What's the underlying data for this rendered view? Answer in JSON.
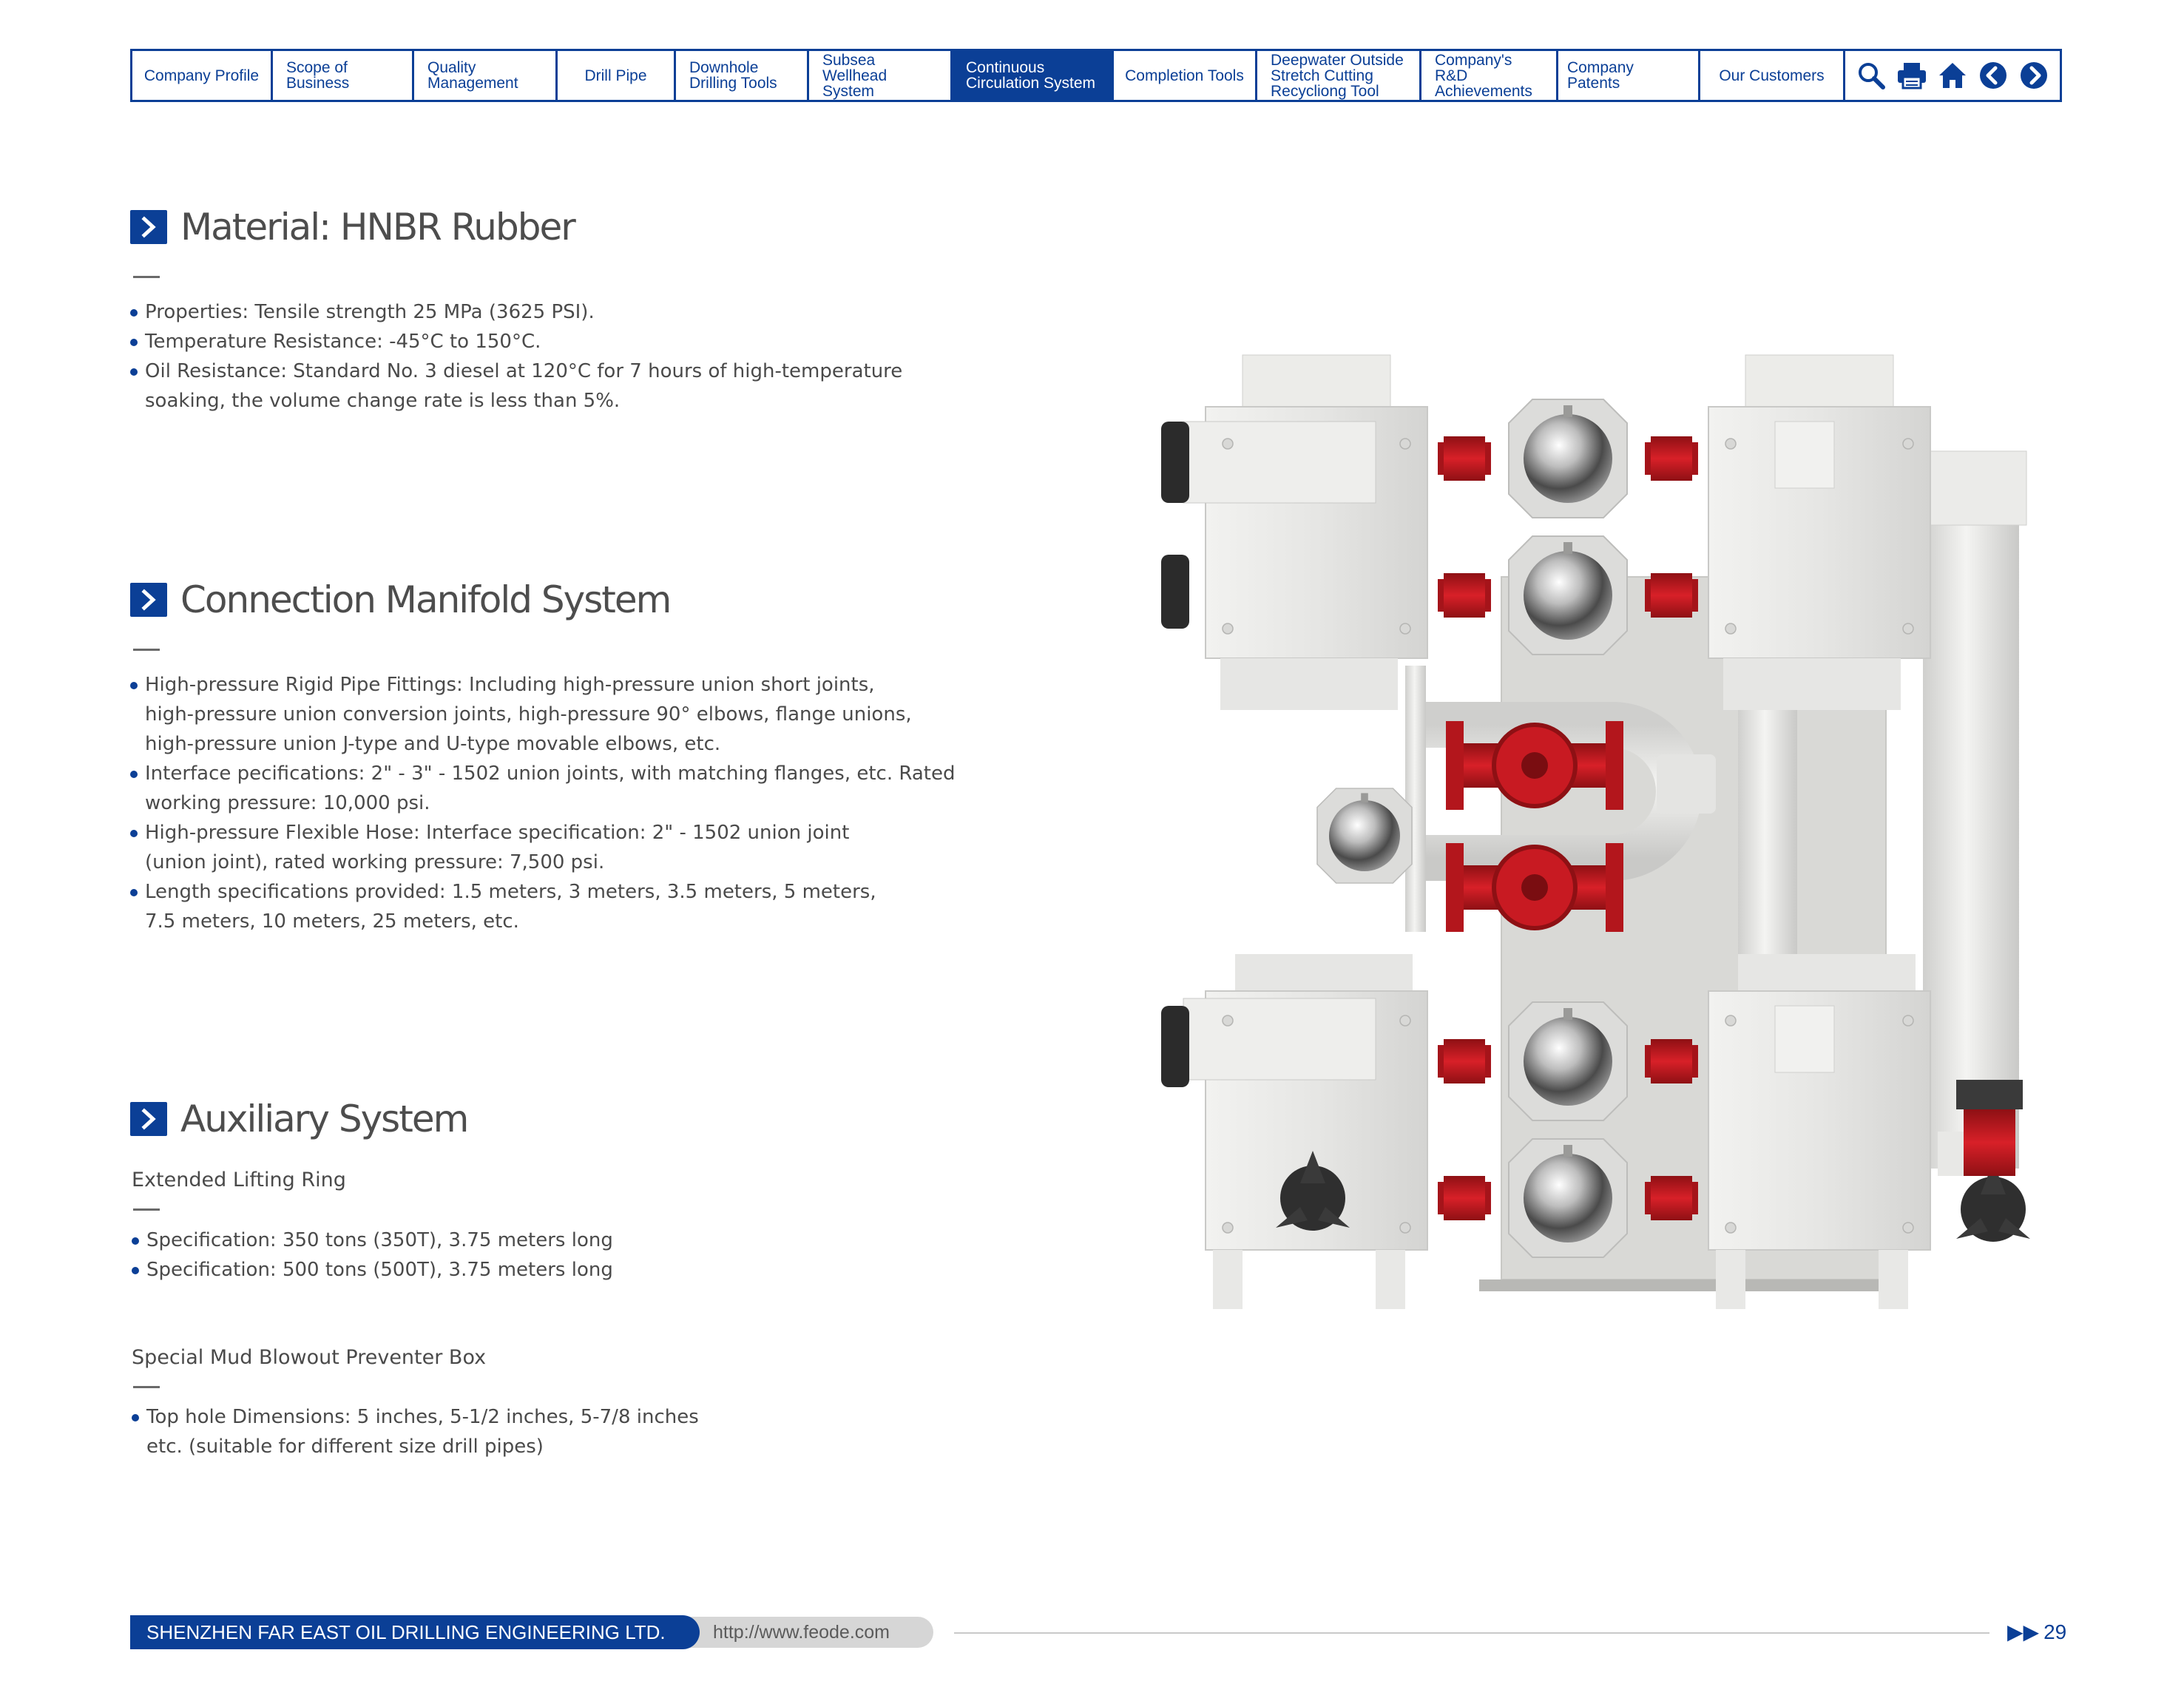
{
  "nav": {
    "items": [
      {
        "label": "Company Profile"
      },
      {
        "label": "Scope of\nBusiness"
      },
      {
        "label": "Quality\nManagement"
      },
      {
        "label": "Drill Pipe"
      },
      {
        "label": "Downhole\nDrilling Tools"
      },
      {
        "label": "Subsea Wellhead\nSystem"
      },
      {
        "label": "Continuous\nCirculation System",
        "active": true
      },
      {
        "label": "Completion Tools"
      },
      {
        "label": "Deepwater Outside\nStretch Cutting\nRecycliong Tool"
      },
      {
        "label": "Company's R&D\nAchievements"
      },
      {
        "label": "Company Patents"
      },
      {
        "label": "Our Customers"
      }
    ],
    "tools": [
      "search-icon",
      "print-icon",
      "home-icon",
      "previous-icon",
      "next-icon"
    ]
  },
  "sections": {
    "material": {
      "title": "Material: HNBR Rubber",
      "bullets": [
        "Properties: Tensile strength 25 MPa (3625 PSI).",
        "Temperature Resistance: -45°C to 150°C.",
        "Oil Resistance: Standard No. 3 diesel at 120°C for 7 hours of high-temperature\nsoaking, the volume change rate is less than 5%."
      ]
    },
    "manifold": {
      "title": "Connection Manifold System",
      "bullets": [
        "High-pressure Rigid Pipe Fittings: Including high-pressure union short joints,\nhigh-pressure union conversion joints, high-pressure 90° elbows, flange unions,\nhigh-pressure union J-type and U-type movable elbows, etc.",
        "Interface pecifications: 2\" - 3\" - 1502 union joints, with matching flanges, etc. Rated\nworking pressure: 10,000 psi.",
        "High-pressure Flexible Hose: Interface specification: 2\" - 1502 union joint\n(union joint), rated working pressure: 7,500 psi.",
        "Length specifications provided: 1.5 meters, 3 meters, 3.5 meters, 5 meters,\n7.5 meters, 10 meters, 25 meters, etc."
      ]
    },
    "auxiliary": {
      "title": "Auxiliary System",
      "lifting_ring": {
        "heading": "Extended Lifting Ring",
        "bullets": [
          "Specification: 350 tons (350T), 3.75 meters long",
          "Specification: 500 tons (500T), 3.75 meters long"
        ]
      },
      "bop_box": {
        "heading": "Special Mud Blowout Preventer Box",
        "bullets": [
          "Top hole Dimensions: 5 inches, 5-1/2 inches, 5-7/8 inches\netc. (suitable for different size drill pipes)"
        ]
      }
    }
  },
  "footer": {
    "company": "SHENZHEN FAR EAST OIL DRILLING ENGINEERING LTD.",
    "url": "http://www.feode.com",
    "page_number": "29",
    "page_arrows": "▶▶"
  },
  "colors": {
    "brand_blue": "#0b3f96",
    "text_gray": "#4a4a4a",
    "valve_red": "#c8161d",
    "body_white": "#e8e8e6"
  }
}
